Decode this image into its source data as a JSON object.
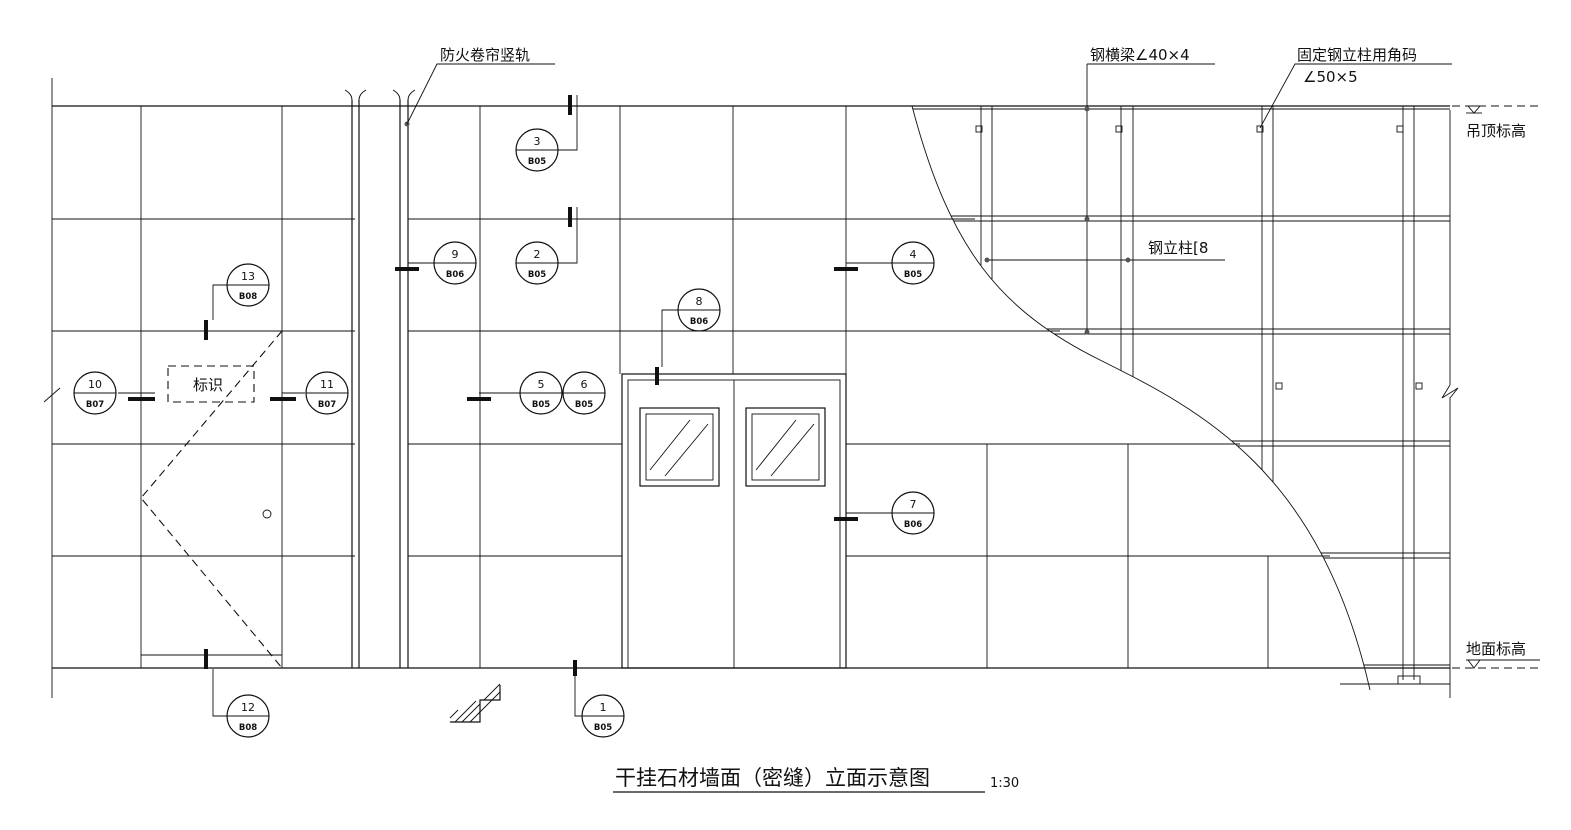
{
  "title": {
    "main": "干挂石材墙面（密缝）立面示意图",
    "scale": "1:30"
  },
  "labels": {
    "fire_shutter_rail": "防火卷帘竖轨",
    "steel_beam": "钢横梁∠40×4",
    "angle_bracket_line1": "固定钢立柱用角码",
    "angle_bracket_line2": "∠50×5",
    "steel_column": "钢立柱[8",
    "ceiling_level": "吊顶标高",
    "floor_level": "地面标高",
    "sign": "标识"
  },
  "callouts": [
    {
      "num": "1",
      "code": "B05"
    },
    {
      "num": "2",
      "code": "B05"
    },
    {
      "num": "3",
      "code": "B05"
    },
    {
      "num": "4",
      "code": "B05"
    },
    {
      "num": "5",
      "code": "B05"
    },
    {
      "num": "6",
      "code": "B05"
    },
    {
      "num": "7",
      "code": "B06"
    },
    {
      "num": "8",
      "code": "B06"
    },
    {
      "num": "9",
      "code": "B06"
    },
    {
      "num": "10",
      "code": "B07"
    },
    {
      "num": "11",
      "code": "B07"
    },
    {
      "num": "12",
      "code": "B08"
    },
    {
      "num": "13",
      "code": "B08"
    }
  ]
}
